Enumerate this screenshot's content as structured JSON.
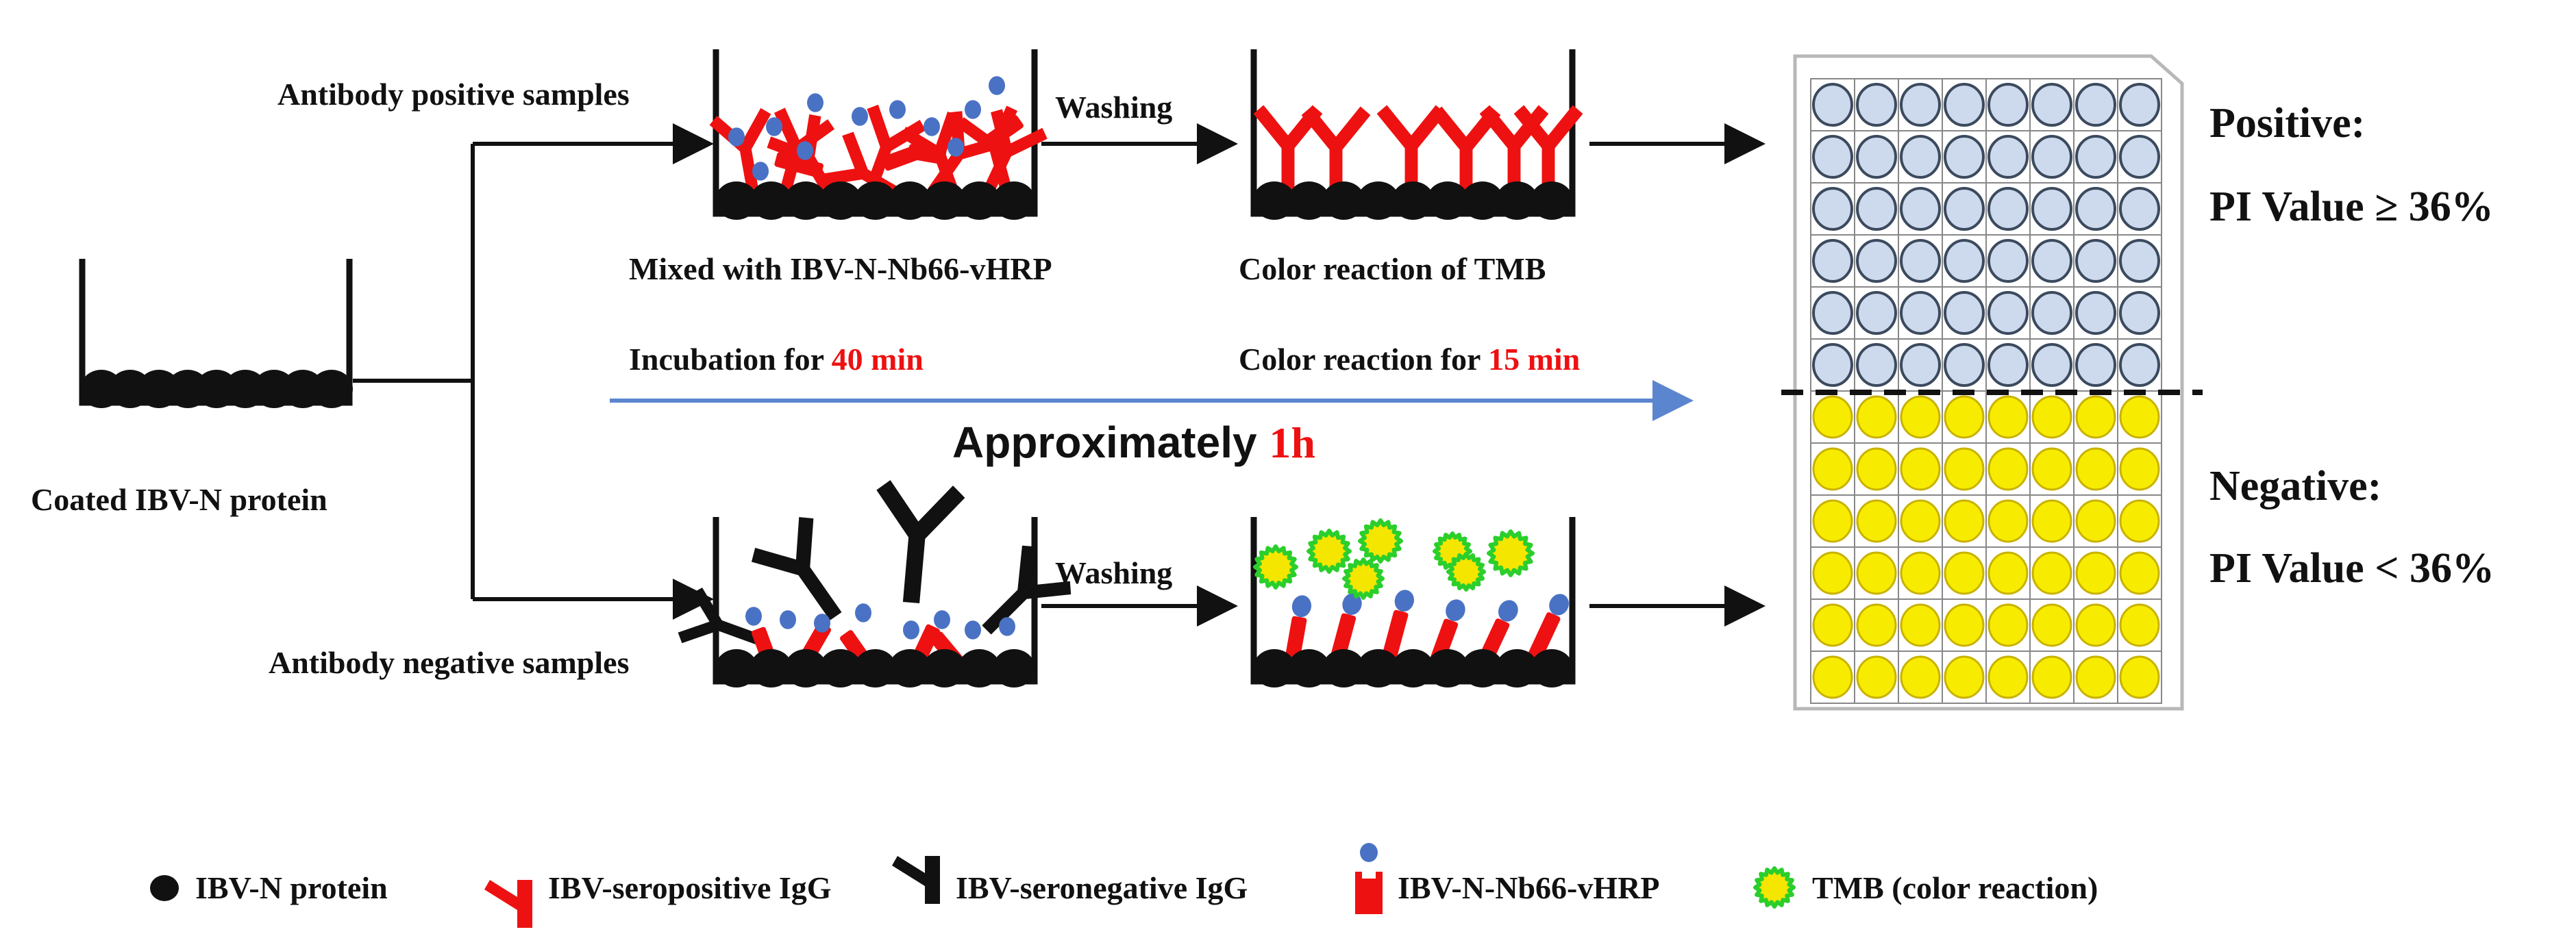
{
  "labels": {
    "positive_samples": "Antibody positive samples",
    "negative_samples": "Antibody negative samples",
    "coated": "Coated IBV-N protein",
    "mixed": "Mixed with IBV-N-Nb66-vHRP",
    "color_tmb": "Color reaction of TMB",
    "washing_top": "Washing",
    "washing_bottom": "Washing",
    "incubation_prefix": "Incubation  for ",
    "incubation_time": "40 min",
    "color_prefix": "Color  reaction  for ",
    "color_time": "15 min",
    "approx_prefix": "Approximately  ",
    "approx_time": "1h",
    "positive_title": "Positive:",
    "positive_rule": "PI Value ≥ 36%",
    "negative_title": "Negative:",
    "negative_rule": "PI Value < 36%"
  },
  "legend": {
    "ibvn": "IBV-N protein",
    "pos_igg": "IBV-seropositive  IgG",
    "neg_igg": "IBV-seronegative  IgG",
    "nb66": "IBV-N-Nb66-vHRP",
    "tmb": "TMB (color reaction)"
  },
  "plate": {
    "columns": 8,
    "positive_rows": 6,
    "negative_rows": 6
  },
  "colors": {
    "positive_red": "#ee1111",
    "negative_black": "#111111",
    "enzyme_blue": "#4a72c4",
    "tmb_yellow": "#f5e600",
    "tmb_green": "#2bcf2b",
    "timeline_blue": "#5b86cf",
    "well_blue": "#cdd9ec",
    "well_yellow": "#f7ec00"
  }
}
